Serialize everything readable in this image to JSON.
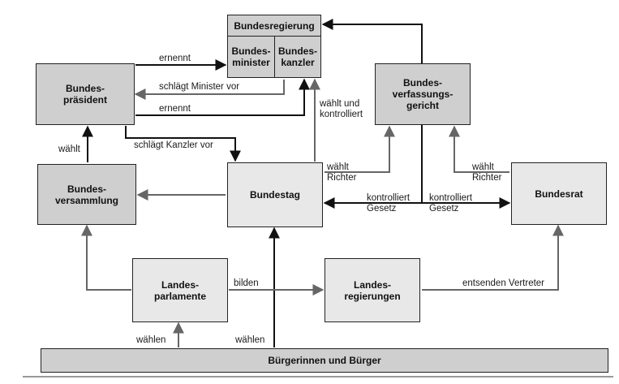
{
  "boxes": {
    "bundesregierung": "Bundesregierung",
    "bundesminister": "Bundes-\nminister",
    "bundeskanzler": "Bundes-\nkanzler",
    "bundespraesident": "Bundes-\npräsident",
    "bundesverfassungsgericht": "Bundes-\nverfassungs-\ngericht",
    "bundesversammlung": "Bundes-\nversammlung",
    "bundestag": "Bundestag",
    "bundesrat": "Bundesrat",
    "landesparlamente": "Landes-\nparlamente",
    "landesregierungen": "Landes-\nregierungen",
    "buerger": "Bürgerinnen und Bürger"
  },
  "labels": {
    "ernennt_minister": "ernennt",
    "schlaegt_minister_vor": "schlägt Minister vor",
    "ernennt_kanzler": "ernennt",
    "waehlt_und_kontrolliert": "wählt und\nkontrolliert",
    "schlaegt_kanzler_vor": "schlägt Kanzler vor",
    "waehlt_praesident": "wählt",
    "waehlt_richter_bt": "wählt\nRichter",
    "waehlt_richter_br": "wählt\nRichter",
    "kontrolliert_gesetz_bt": "kontrolliert\nGesetz",
    "kontrolliert_gesetz_br": "kontrolliert\nGesetz",
    "bilden": "bilden",
    "entsenden_vertreter": "entsenden Vertreter",
    "waehlen_lp": "wählen",
    "waehlen_bt": "wählen"
  }
}
